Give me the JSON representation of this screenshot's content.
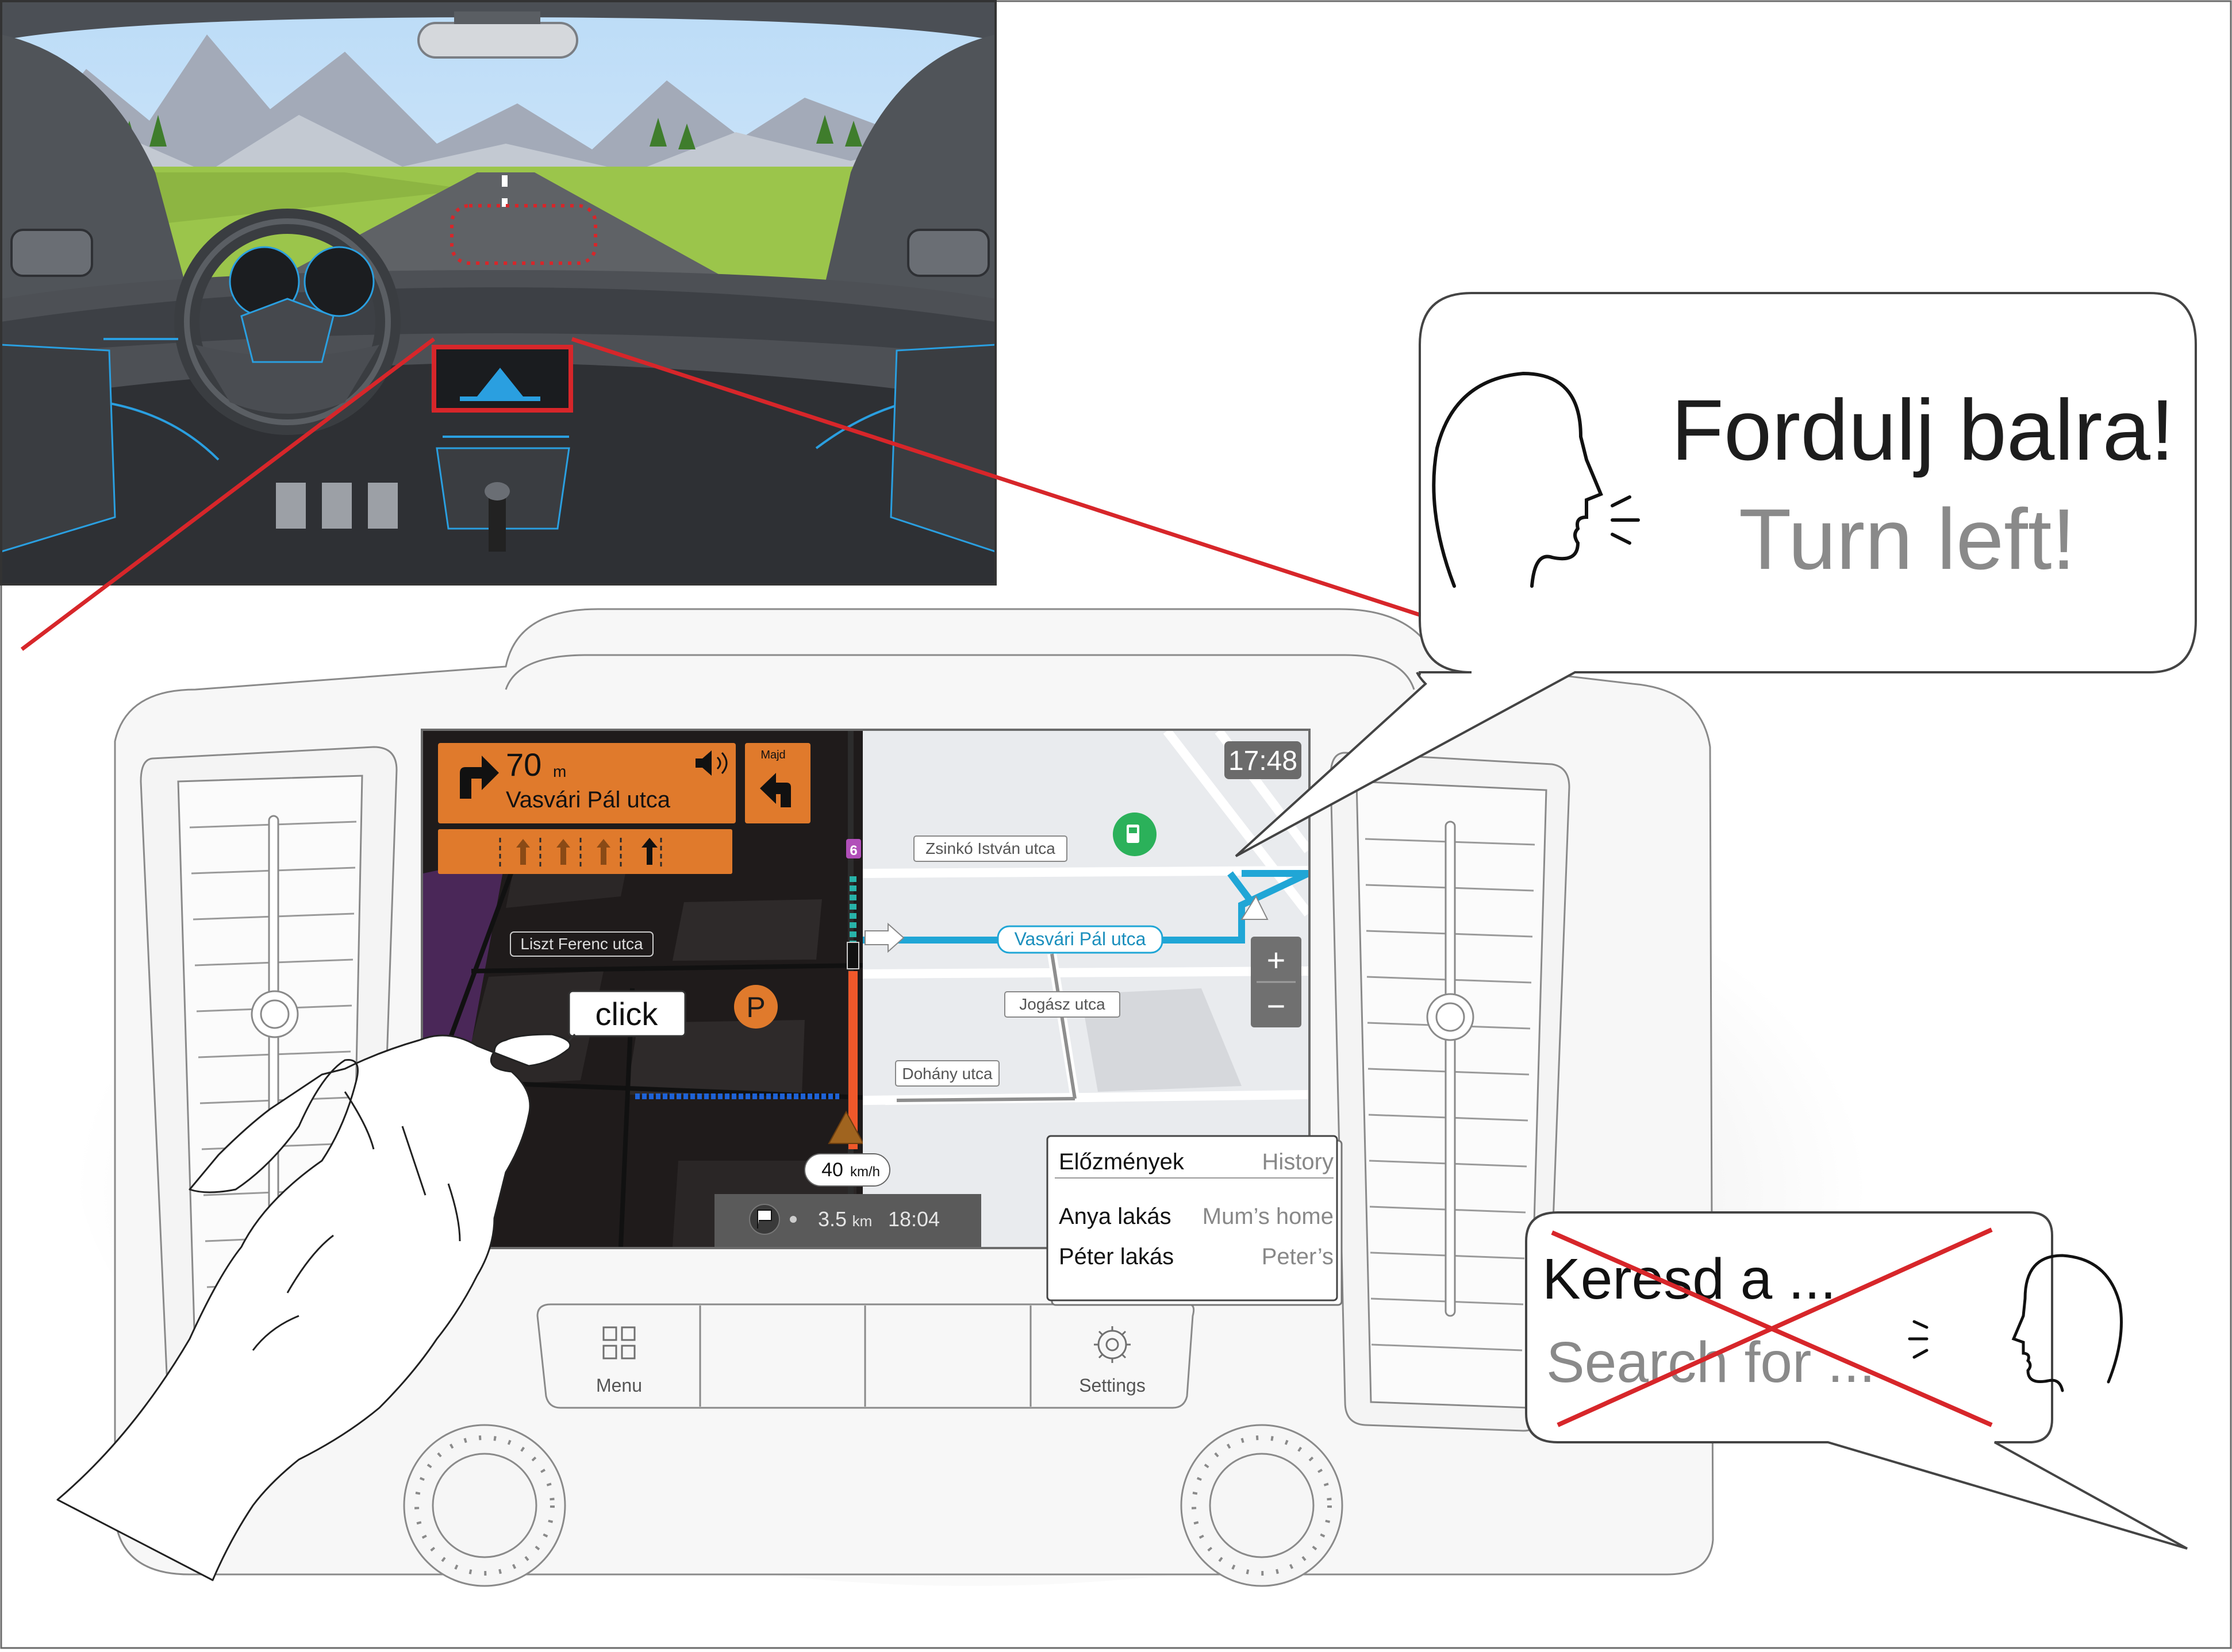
{
  "navigation": {
    "distance": "70",
    "distance_unit": "m",
    "street": "Vasvári Pál utca",
    "next_label": "Majd",
    "clock": "17:48",
    "route_badge": "6",
    "speed": "40",
    "speed_unit": "km/h",
    "remaining_distance": "3.5",
    "remaining_unit": "km",
    "eta": "18:04",
    "parking_label": "P",
    "zoom_in": "+",
    "zoom_out": "−"
  },
  "map_labels": {
    "liszt": "Liszt Ferenc utca",
    "zsinko": "Zsinkó István utca",
    "vasvari": "Vasvári Pál utca",
    "jogasz": "Jogász utca",
    "dohany": "Dohány utca"
  },
  "touch": {
    "label": "click"
  },
  "history": {
    "title_hu": "Előzmények",
    "title_en": "History",
    "items": [
      {
        "hu": "Anya lakás",
        "en": "Mum’s home"
      },
      {
        "hu": "Péter lakás",
        "en": "Peter’s"
      }
    ]
  },
  "bottom_bar": {
    "menu": "Menu",
    "settings": "Settings"
  },
  "speech_correct": {
    "hu": "Fordulj balra!",
    "en": "Turn left!"
  },
  "speech_wrong": {
    "hu": "Keresd a ...",
    "en": "Search for ..."
  },
  "colors": {
    "orange": "#e07a2c",
    "map_blue": "#20a6d6",
    "route_red": "#f0582a",
    "highlight_red": "#d7262a",
    "dashboard_blue": "#2a9fe0",
    "fuel_green": "#2bb15a"
  }
}
